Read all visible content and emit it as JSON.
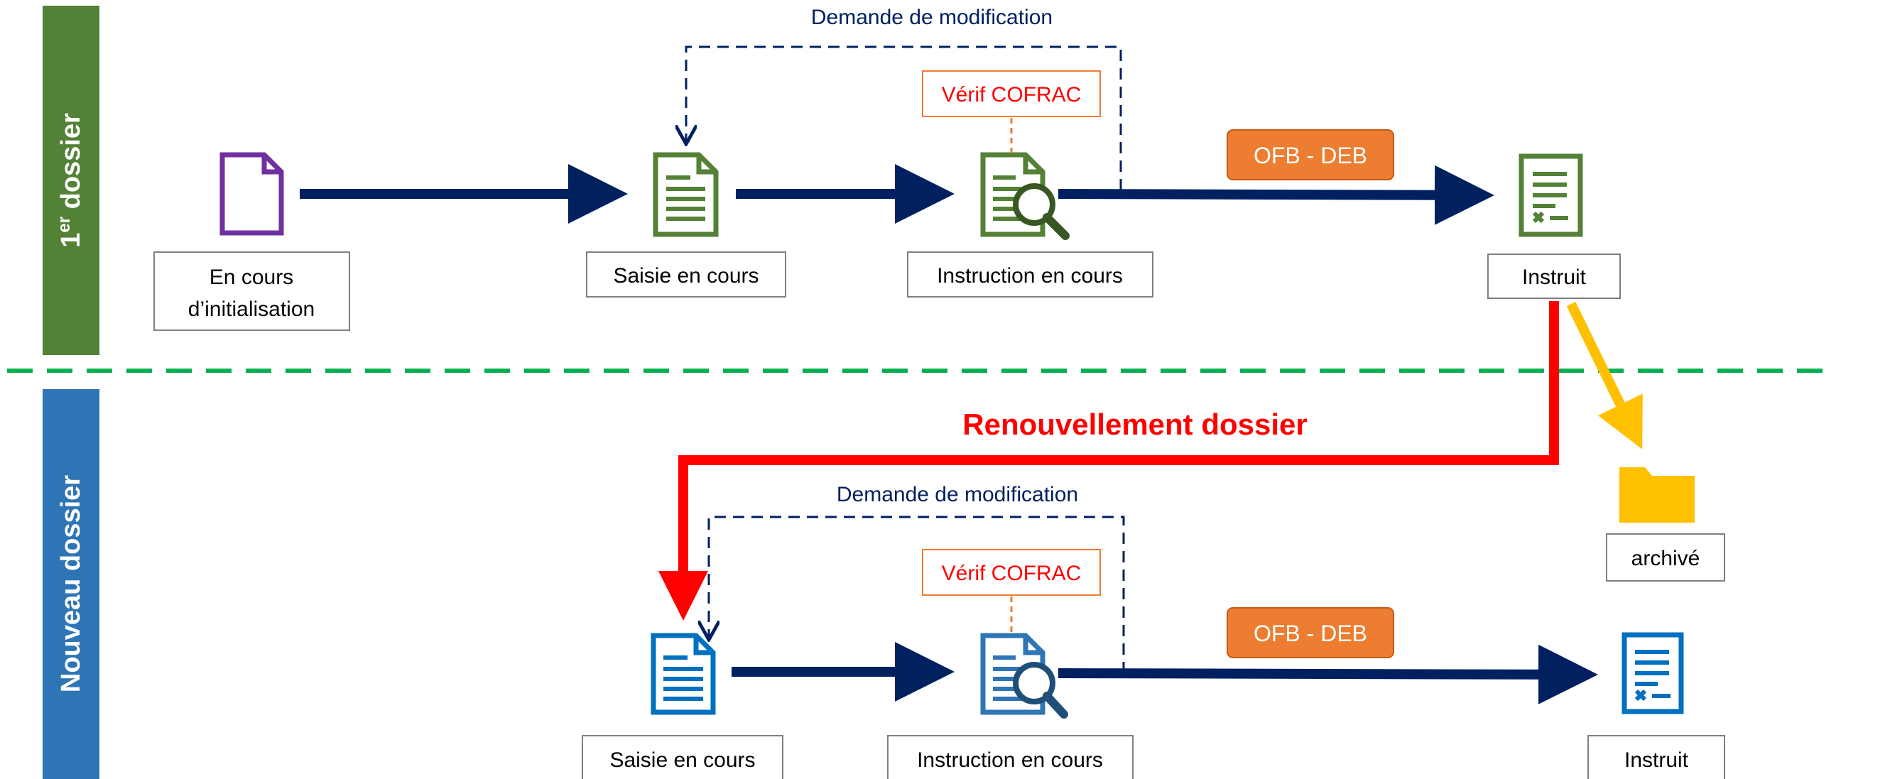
{
  "lanes": {
    "first": {
      "label_main": "1",
      "label_sup": "er",
      "label_rest": " dossier",
      "color": "#538135"
    },
    "new": {
      "label": "Nouveau dossier",
      "color": "#2E75B6"
    }
  },
  "top": {
    "init_lines": [
      "En cours",
      "d’initialisation"
    ],
    "saisie": "Saisie en cours",
    "instruction": "Instruction en cours",
    "instruit": "Instruit",
    "demande": "Demande de modification",
    "verif": "Vérif COFRAC",
    "ofb": "OFB - DEB"
  },
  "renew": "Renouvellement dossier",
  "archive": "archivé",
  "bottom": {
    "saisie": "Saisie en cours",
    "instruction": "Instruction en cours",
    "instruit": "Instruit",
    "demande": "Demande de modification",
    "verif": "Vérif COFRAC",
    "ofb": "OFB - DEB"
  },
  "colors": {
    "navy": "#002060",
    "orange": "#ED7D31",
    "red": "#FF0000",
    "gold": "#FFC000",
    "purple": "#7030A0",
    "green_doc": "#538135",
    "blue_doc": "#0070C0",
    "dash_green": "#00B050"
  },
  "icons": [
    "blank-document-icon",
    "form-document-icon",
    "inspect-document-icon",
    "result-document-icon",
    "folder-icon"
  ]
}
